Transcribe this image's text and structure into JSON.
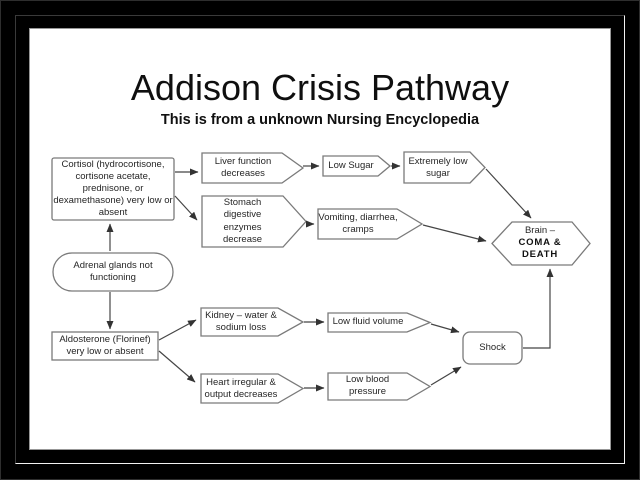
{
  "slide": {
    "title": "Addison Crisis Pathway",
    "subtitle": "This is from a unknown Nursing Encyclopedia"
  },
  "nodes": {
    "cortisol": {
      "label": "Cortisol (hydrocortisone, cortisone acetate, prednisone, or dexamethasone) very low or absent",
      "shape": "rectangle"
    },
    "adrenal": {
      "label": "Adrenal glands not functioning",
      "shape": "stadium"
    },
    "aldosterone": {
      "label": "Aldosterone (Florinef) very low or absent",
      "shape": "rectangle"
    },
    "liver": {
      "label": "Liver function decreases",
      "shape": "pentagon-arrow"
    },
    "low_sugar": {
      "label": "Low Sugar",
      "shape": "pentagon-arrow"
    },
    "extremely_low_sugar": {
      "label": "Extremely low sugar",
      "shape": "pentagon-arrow"
    },
    "stomach": {
      "label": "Stomach digestive enzymes decrease",
      "shape": "pentagon-arrow"
    },
    "vomiting": {
      "label": "Vomiting, diarrhea, cramps",
      "shape": "pentagon-arrow"
    },
    "kidney": {
      "label": "Kidney – water & sodium loss",
      "shape": "pentagon-arrow"
    },
    "low_fluid": {
      "label": "Low fluid volume",
      "shape": "pentagon-arrow"
    },
    "heart": {
      "label": "Heart irregular & output decreases",
      "shape": "pentagon-arrow"
    },
    "low_bp": {
      "label": "Low blood pressure",
      "shape": "pentagon-arrow"
    },
    "shock": {
      "label": "Shock",
      "shape": "rounded-rectangle"
    },
    "brain": {
      "label": "Brain –",
      "coma": "COMA &",
      "death": "DEATH",
      "shape": "hexagon"
    }
  },
  "edges": [
    {
      "from": "adrenal",
      "to": "cortisol"
    },
    {
      "from": "adrenal",
      "to": "aldosterone"
    },
    {
      "from": "cortisol",
      "to": "liver"
    },
    {
      "from": "cortisol",
      "to": "stomach"
    },
    {
      "from": "liver",
      "to": "low_sugar"
    },
    {
      "from": "low_sugar",
      "to": "extremely_low_sugar"
    },
    {
      "from": "extremely_low_sugar",
      "to": "brain"
    },
    {
      "from": "stomach",
      "to": "vomiting"
    },
    {
      "from": "vomiting",
      "to": "brain"
    },
    {
      "from": "aldosterone",
      "to": "kidney"
    },
    {
      "from": "aldosterone",
      "to": "heart"
    },
    {
      "from": "kidney",
      "to": "low_fluid"
    },
    {
      "from": "heart",
      "to": "low_bp"
    },
    {
      "from": "low_fluid",
      "to": "shock"
    },
    {
      "from": "low_bp",
      "to": "shock"
    },
    {
      "from": "shock",
      "to": "brain"
    }
  ],
  "colors": {
    "background": "#000000",
    "slide": "#ffffff",
    "shape_border": "#7a7a7a",
    "arrow": "#454545",
    "text": "#262626"
  }
}
